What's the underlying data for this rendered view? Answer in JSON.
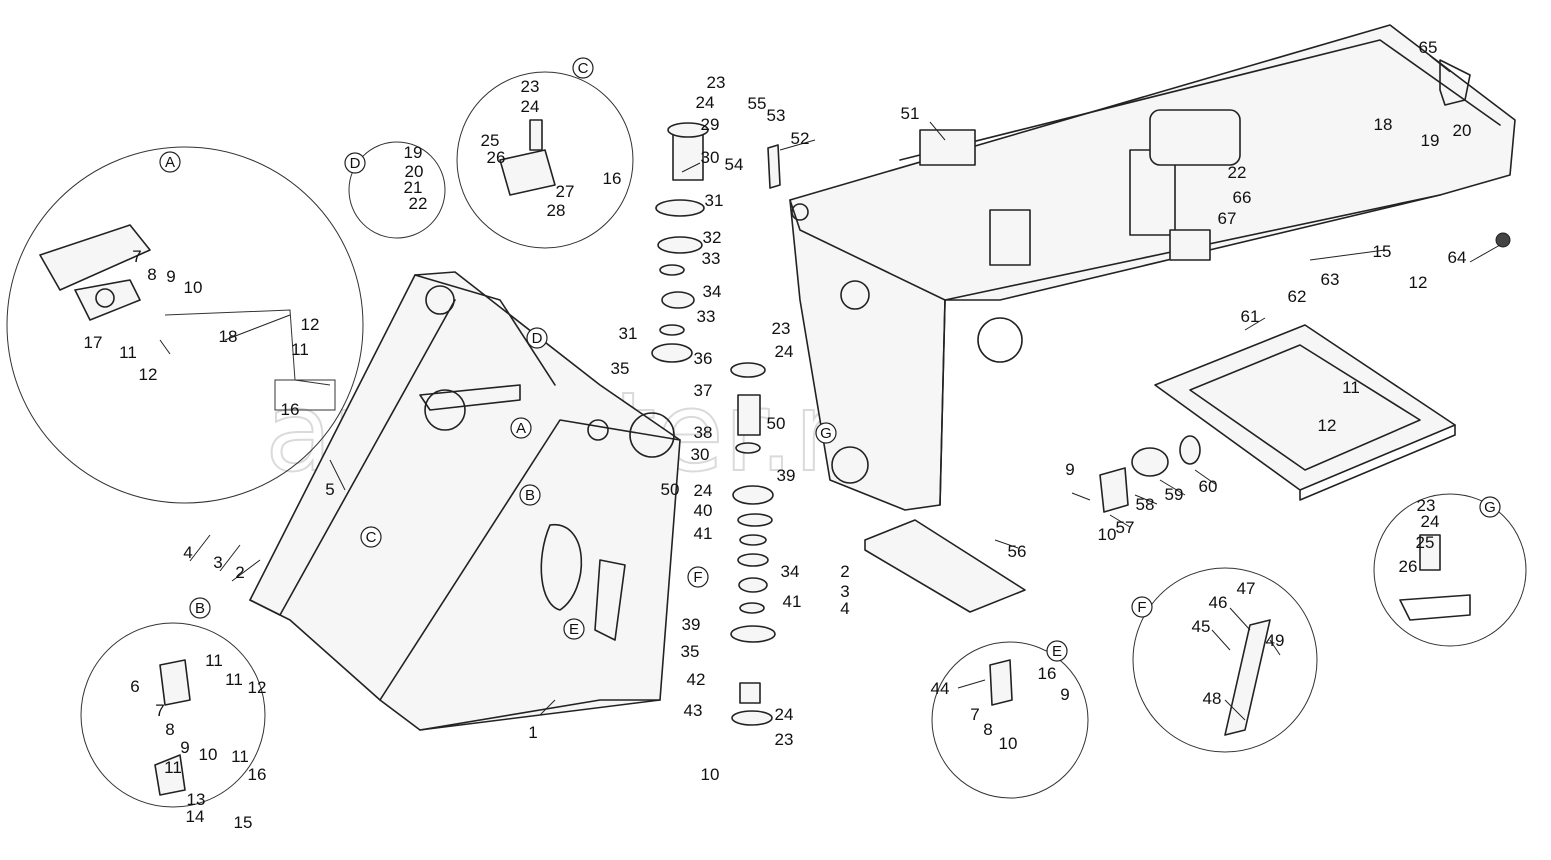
{
  "watermark": "autopiter.ru",
  "detail_views": [
    "A",
    "B",
    "C",
    "D",
    "E",
    "F",
    "G"
  ],
  "part_numbers": [
    "1",
    "2",
    "3",
    "4",
    "5",
    "6",
    "7",
    "8",
    "9",
    "10",
    "11",
    "12",
    "13",
    "14",
    "15",
    "16",
    "17",
    "18",
    "19",
    "20",
    "21",
    "22",
    "23",
    "24",
    "25",
    "26",
    "27",
    "28",
    "29",
    "30",
    "31",
    "32",
    "33",
    "34",
    "35",
    "36",
    "37",
    "38",
    "39",
    "40",
    "41",
    "42",
    "43",
    "44",
    "45",
    "46",
    "47",
    "48",
    "49",
    "50",
    "51",
    "52",
    "53",
    "54",
    "55",
    "56",
    "57",
    "58",
    "59",
    "60",
    "61",
    "62",
    "63",
    "64",
    "65",
    "66",
    "67"
  ]
}
